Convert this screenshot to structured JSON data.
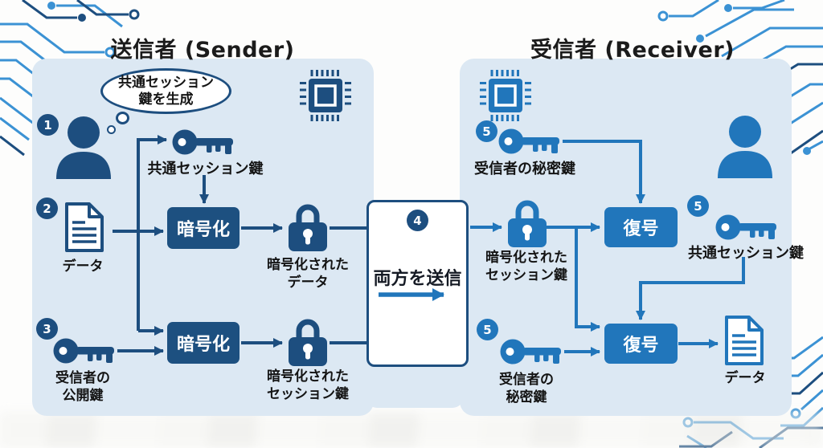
{
  "sender": {
    "title": "送信者 (Sender)",
    "bubble_l1": "共通セッション",
    "bubble_l2": "鍵を生成",
    "step1": "1",
    "step2": "2",
    "step3": "3",
    "session_key": "共通セッション鍵",
    "data_label": "データ",
    "encrypt1": "暗号化",
    "encrypt2": "暗号化",
    "enc_data_l1": "暗号化された",
    "enc_data_l2": "データ",
    "pub_key_l1": "受信者の",
    "pub_key_l2": "公開鍵",
    "enc_sess_l1": "暗号化された",
    "enc_sess_l2": "セッション鍵"
  },
  "transfer": {
    "step": "4",
    "label": "両方を送信"
  },
  "receiver": {
    "title": "受信者 (Receiver)",
    "step5_private_top": "5",
    "step5_session": "5",
    "step5_private_bottom": "5",
    "private_key_top": "受信者の秘密鍵",
    "enc_sess_l1": "暗号化された",
    "enc_sess_l2": "セッション鍵",
    "decrypt1": "復号",
    "decrypt2": "復号",
    "session_key": "共通セッション鍵",
    "priv_key_l1": "受信者の",
    "priv_key_l2": "秘密鍵",
    "data_label": "データ"
  },
  "colors": {
    "dark_navy": "#1d4e7f",
    "medium_blue": "#2176bb",
    "panel_bg": "#dce8f3",
    "circuit_light": "#3b92d4",
    "text": "#141414"
  }
}
